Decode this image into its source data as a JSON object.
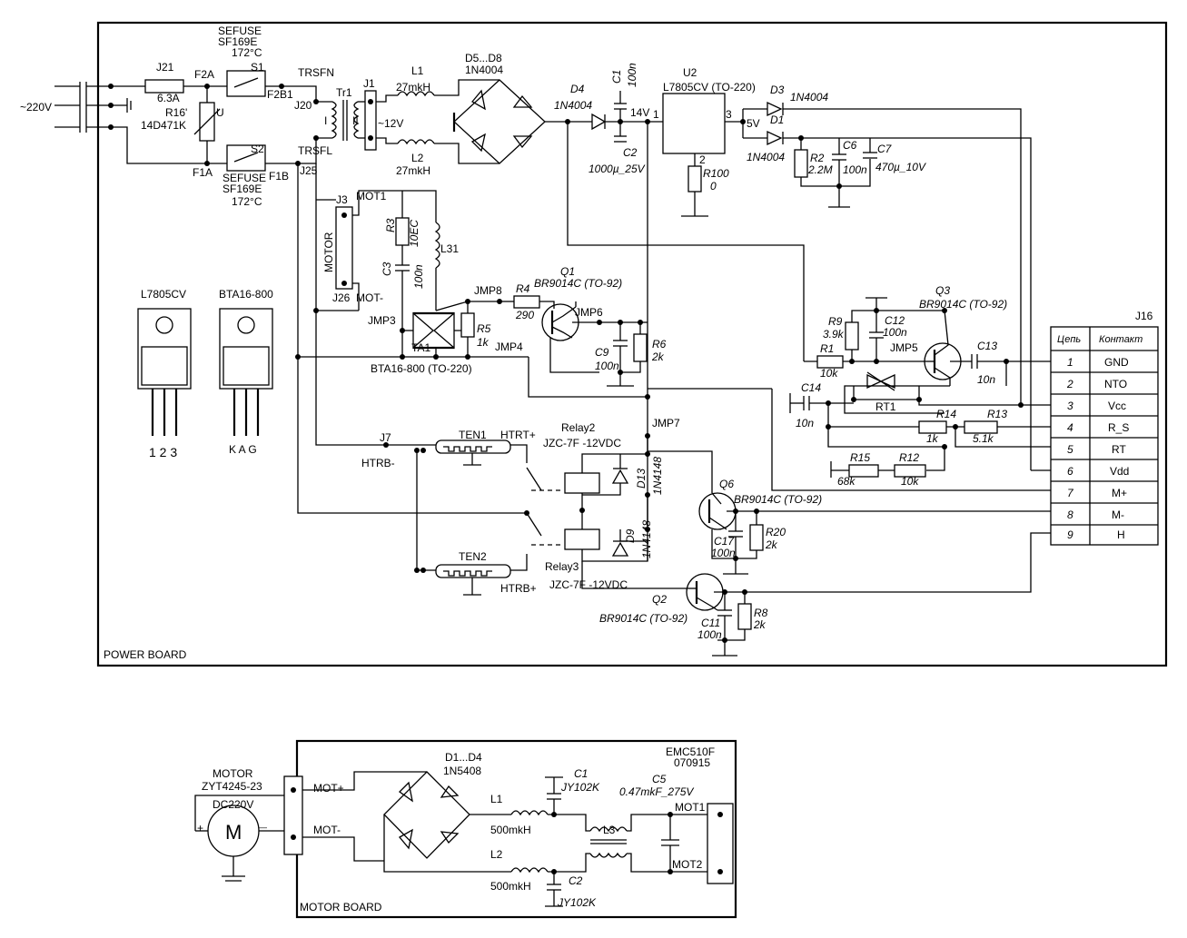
{
  "boards": {
    "power": "POWER BOARD",
    "motor": "MOTOR BOARD"
  },
  "mains": "~220V",
  "power_labels": [
    {
      "id": "j21",
      "text": "J21"
    },
    {
      "id": "fuse-val",
      "text": "6.3A"
    },
    {
      "id": "f2a",
      "text": "F2A"
    },
    {
      "id": "f1a",
      "text": "F1A"
    },
    {
      "id": "r16",
      "text": "R16'"
    },
    {
      "id": "r16v",
      "text": "14D471K"
    },
    {
      "id": "u",
      "text": "U"
    },
    {
      "id": "sefuse1",
      "text": "SEFUSE"
    },
    {
      "id": "sf1",
      "text": "SF169E"
    },
    {
      "id": "t1",
      "text": "172°C"
    },
    {
      "id": "s1",
      "text": "S1"
    },
    {
      "id": "s2",
      "text": "S2"
    },
    {
      "id": "sefuse2",
      "text": "SEFUSE"
    },
    {
      "id": "sf2",
      "text": "SF169E"
    },
    {
      "id": "t2",
      "text": "172°C"
    },
    {
      "id": "f2b1",
      "text": "F2B1"
    },
    {
      "id": "f1b",
      "text": "F1B"
    },
    {
      "id": "trsfn",
      "text": "TRSFN"
    },
    {
      "id": "trsfl",
      "text": "TRSFL"
    },
    {
      "id": "j20",
      "text": "J20"
    },
    {
      "id": "j25",
      "text": "J25"
    },
    {
      "id": "tr1",
      "text": "Tr1"
    },
    {
      "id": "tI",
      "text": "I"
    },
    {
      "id": "tII",
      "text": "II"
    },
    {
      "id": "j1",
      "text": "J1"
    },
    {
      "id": "v12",
      "text": "~12V"
    },
    {
      "id": "l1",
      "text": "L1"
    },
    {
      "id": "l1v",
      "text": "27mkH"
    },
    {
      "id": "l2",
      "text": "L2"
    },
    {
      "id": "l2v",
      "text": "27mkH"
    },
    {
      "id": "d58",
      "text": "D5...D8"
    },
    {
      "id": "d58v",
      "text": "1N4004"
    },
    {
      "id": "d4",
      "text": "D4"
    },
    {
      "id": "d4v",
      "text": "1N4004"
    },
    {
      "id": "c1",
      "text": "C1"
    },
    {
      "id": "c1v",
      "text": "100n"
    },
    {
      "id": "c2",
      "text": "C2"
    },
    {
      "id": "c2v",
      "text": "1000µ_25V"
    },
    {
      "id": "v14",
      "text": "14V"
    },
    {
      "id": "p1",
      "text": "1"
    },
    {
      "id": "u2",
      "text": "U2"
    },
    {
      "id": "u2v",
      "text": "L7805CV (TO-220)"
    },
    {
      "id": "p2",
      "text": "2"
    },
    {
      "id": "p3",
      "text": "3"
    },
    {
      "id": "r100",
      "text": "R100"
    },
    {
      "id": "r100v",
      "text": "0"
    },
    {
      "id": "v5",
      "text": "5V"
    },
    {
      "id": "d3",
      "text": "D3"
    },
    {
      "id": "d3v",
      "text": "1N4004"
    },
    {
      "id": "d1",
      "text": "D1"
    },
    {
      "id": "d1v",
      "text": "1N4004"
    },
    {
      "id": "r2",
      "text": "R2"
    },
    {
      "id": "r2v",
      "text": "2.2M"
    },
    {
      "id": "c6",
      "text": "C6"
    },
    {
      "id": "c6v",
      "text": "100n"
    },
    {
      "id": "c7",
      "text": "C7"
    },
    {
      "id": "c7v",
      "text": "470µ_10V"
    },
    {
      "id": "j3",
      "text": "J3"
    },
    {
      "id": "mot1",
      "text": "MOT1"
    },
    {
      "id": "motor",
      "text": "MOTOR"
    },
    {
      "id": "j26",
      "text": "J26"
    },
    {
      "id": "motm",
      "text": "MOT-"
    },
    {
      "id": "r3",
      "text": "R3"
    },
    {
      "id": "r3v",
      "text": "10EC"
    },
    {
      "id": "l31",
      "text": "L31"
    },
    {
      "id": "c3",
      "text": "C3"
    },
    {
      "id": "c3v",
      "text": "100n"
    },
    {
      "id": "jmp3",
      "text": "JMP3"
    },
    {
      "id": "jmp8",
      "text": "JMP8"
    },
    {
      "id": "r4",
      "text": "R4"
    },
    {
      "id": "r4v",
      "text": "290"
    },
    {
      "id": "q1",
      "text": "Q1"
    },
    {
      "id": "q1v",
      "text": "BR9014C (TO-92)"
    },
    {
      "id": "jmp6",
      "text": "JMP6"
    },
    {
      "id": "r5",
      "text": "R5"
    },
    {
      "id": "r5v",
      "text": "1k"
    },
    {
      "id": "ta1",
      "text": "TA1"
    },
    {
      "id": "jmp4",
      "text": "JMP4"
    },
    {
      "id": "bta",
      "text": "BTA16-800 (TO-220)"
    },
    {
      "id": "c9",
      "text": "C9"
    },
    {
      "id": "c9v",
      "text": "100n"
    },
    {
      "id": "r6",
      "text": "R6"
    },
    {
      "id": "r6v",
      "text": "2k"
    },
    {
      "id": "jmp7",
      "text": "JMP7"
    },
    {
      "id": "j7",
      "text": "J7"
    },
    {
      "id": "htrb-",
      "text": "HTRB-"
    },
    {
      "id": "ten1",
      "text": "TEN1"
    },
    {
      "id": "htrt+",
      "text": "HTRT+"
    },
    {
      "id": "ten2",
      "text": "TEN2"
    },
    {
      "id": "htrb+",
      "text": "HTRB+"
    },
    {
      "id": "relay2",
      "text": "Relay2"
    },
    {
      "id": "relay2v",
      "text": "JZC-7F -12VDC"
    },
    {
      "id": "relay3",
      "text": "Relay3"
    },
    {
      "id": "relay3v",
      "text": "JZC-7F -12VDC"
    },
    {
      "id": "d13",
      "text": "D13"
    },
    {
      "id": "d13v",
      "text": "1N4148"
    },
    {
      "id": "d9",
      "text": "D9"
    },
    {
      "id": "d9v",
      "text": "1N4148"
    },
    {
      "id": "q6",
      "text": "Q6"
    },
    {
      "id": "q6v",
      "text": "BR9014C (TO-92)"
    },
    {
      "id": "c17",
      "text": "C17"
    },
    {
      "id": "c17v",
      "text": "100n"
    },
    {
      "id": "r20",
      "text": "R20"
    },
    {
      "id": "r20v",
      "text": "2k"
    },
    {
      "id": "q2",
      "text": "Q2"
    },
    {
      "id": "q2v",
      "text": "BR9014C (TO-92)"
    },
    {
      "id": "c11",
      "text": "C11"
    },
    {
      "id": "c11v",
      "text": "100n"
    },
    {
      "id": "r8",
      "text": "R8"
    },
    {
      "id": "r8v",
      "text": "2k"
    },
    {
      "id": "r9",
      "text": "R9"
    },
    {
      "id": "r9v",
      "text": "3.9k"
    },
    {
      "id": "c12",
      "text": "C12"
    },
    {
      "id": "c12v",
      "text": "100n"
    },
    {
      "id": "jmp5",
      "text": "JMP5"
    },
    {
      "id": "r1",
      "text": "R1"
    },
    {
      "id": "r1v",
      "text": "10k"
    },
    {
      "id": "q3",
      "text": "Q3"
    },
    {
      "id": "q3v",
      "text": "BR9014C (TO-92)"
    },
    {
      "id": "c13",
      "text": "C13"
    },
    {
      "id": "c13v",
      "text": "10n"
    },
    {
      "id": "rt1",
      "text": "RT1"
    },
    {
      "id": "c14",
      "text": "C14"
    },
    {
      "id": "c14v",
      "text": "10n"
    },
    {
      "id": "r14",
      "text": "R14"
    },
    {
      "id": "r14v",
      "text": "1k"
    },
    {
      "id": "r13",
      "text": "R13"
    },
    {
      "id": "r13v",
      "text": "5.1k"
    },
    {
      "id": "r15",
      "text": "R15"
    },
    {
      "id": "r15v",
      "text": "68k"
    },
    {
      "id": "r12",
      "text": "R12"
    },
    {
      "id": "r12v",
      "text": "10k"
    },
    {
      "id": "pkg1",
      "text": "L7805CV"
    },
    {
      "id": "pkg1pins",
      "text": "1 2 3"
    },
    {
      "id": "pkg2",
      "text": "BTA16-800"
    },
    {
      "id": "pkg2pins",
      "text": "K A G"
    }
  ],
  "j16": {
    "title": "J16",
    "col1": "Цепь",
    "col2": "Контакт",
    "rows": [
      {
        "n": "1",
        "name": "GND"
      },
      {
        "n": "2",
        "name": "NTO"
      },
      {
        "n": "3",
        "name": "Vcc"
      },
      {
        "n": "4",
        "name": "R_S"
      },
      {
        "n": "5",
        "name": "RT"
      },
      {
        "n": "6",
        "name": "Vdd"
      },
      {
        "n": "7",
        "name": "M+"
      },
      {
        "n": "8",
        "name": "M-"
      },
      {
        "n": "9",
        "name": "H"
      }
    ]
  },
  "motor_labels": [
    {
      "id": "m-motor",
      "text": "MOTOR"
    },
    {
      "id": "m-model",
      "text": "ZYT4245-23"
    },
    {
      "id": "m-dc",
      "text": "DC220V"
    },
    {
      "id": "m-plus",
      "text": "+"
    },
    {
      "id": "m-minus",
      "text": "—"
    },
    {
      "id": "m-M",
      "text": "M"
    },
    {
      "id": "mot+",
      "text": "MOT+"
    },
    {
      "id": "mot-",
      "text": "MOT-"
    },
    {
      "id": "d14",
      "text": "D1...D4"
    },
    {
      "id": "d14v",
      "text": "1N5408"
    },
    {
      "id": "ml1",
      "text": "L1"
    },
    {
      "id": "ml1v",
      "text": "500mkH"
    },
    {
      "id": "ml2",
      "text": "L2"
    },
    {
      "id": "ml2v",
      "text": "500mkH"
    },
    {
      "id": "mc1",
      "text": "C1"
    },
    {
      "id": "mc1v",
      "text": "JY102K"
    },
    {
      "id": "mc2",
      "text": "C2"
    },
    {
      "id": "mc2v",
      "text": "JY102K"
    },
    {
      "id": "ml3",
      "text": "L3"
    },
    {
      "id": "mc5",
      "text": "C5"
    },
    {
      "id": "mc5v",
      "text": "0.47mkF_275V"
    },
    {
      "id": "emc",
      "text": "EMC510F"
    },
    {
      "id": "emcd",
      "text": "070915"
    },
    {
      "id": "mmot1",
      "text": "MOT1"
    },
    {
      "id": "mmot2",
      "text": "MOT2"
    }
  ]
}
